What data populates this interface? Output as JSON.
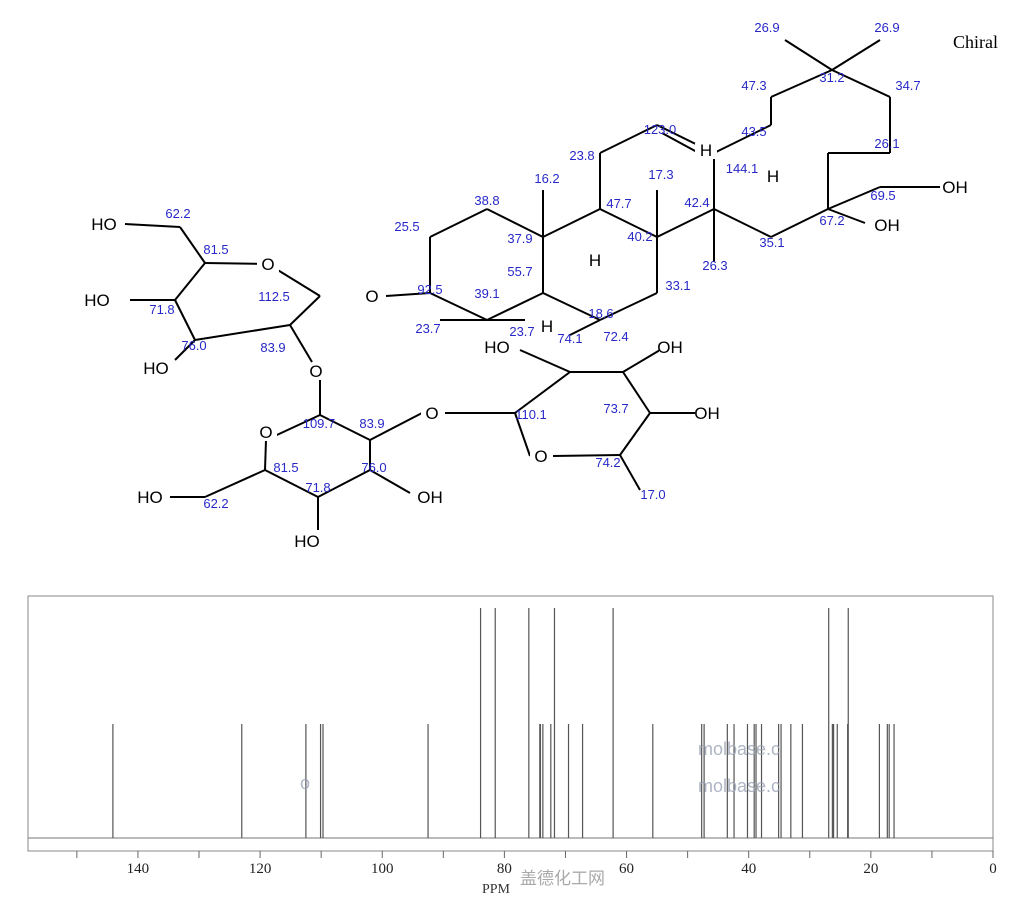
{
  "structure": {
    "chiral_label": "Chiral",
    "shift_labels": [
      "26.9",
      "26.9",
      "31.2",
      "47.3",
      "34.7",
      "123.0",
      "43.5",
      "23.8",
      "144.1",
      "26.1",
      "16.2",
      "17.3",
      "38.8",
      "42.4",
      "47.7",
      "69.5",
      "67.2",
      "62.2",
      "25.5",
      "37.9",
      "40.2",
      "35.1",
      "81.5",
      "26.3",
      "112.5",
      "55.7",
      "92.5",
      "39.1",
      "33.1",
      "71.8",
      "18.6",
      "23.7",
      "23.7",
      "74.1",
      "72.4",
      "83.9",
      "76.0",
      "110.1",
      "73.7",
      "109.7",
      "83.9",
      "74.2",
      "81.5",
      "76.0",
      "62.2",
      "71.8",
      "17.0"
    ],
    "atom_labels": [
      "OH",
      "OH",
      "HO",
      "HO",
      "HO",
      "O",
      "O",
      "O",
      "O",
      "O",
      "HO",
      "OH",
      "OH",
      "O",
      "HO",
      "OH",
      "HO",
      "H",
      "H",
      "H",
      "H"
    ]
  },
  "chart_data": {
    "type": "bar",
    "title": "",
    "xlabel": "PPM",
    "ylabel": "",
    "xlim": [
      158,
      0
    ],
    "x_ticks": [
      140,
      120,
      100,
      80,
      60,
      40,
      20,
      0
    ],
    "x_minor_step": 10,
    "grid": false,
    "peaks": [
      {
        "ppm": 144.1,
        "intensity": 1
      },
      {
        "ppm": 123.0,
        "intensity": 1
      },
      {
        "ppm": 112.5,
        "intensity": 1
      },
      {
        "ppm": 110.1,
        "intensity": 1
      },
      {
        "ppm": 109.7,
        "intensity": 1
      },
      {
        "ppm": 92.5,
        "intensity": 1
      },
      {
        "ppm": 83.9,
        "intensity": 2
      },
      {
        "ppm": 81.5,
        "intensity": 2
      },
      {
        "ppm": 76.0,
        "intensity": 2
      },
      {
        "ppm": 74.2,
        "intensity": 1
      },
      {
        "ppm": 74.1,
        "intensity": 1
      },
      {
        "ppm": 73.7,
        "intensity": 1
      },
      {
        "ppm": 72.4,
        "intensity": 1
      },
      {
        "ppm": 71.8,
        "intensity": 2
      },
      {
        "ppm": 69.5,
        "intensity": 1
      },
      {
        "ppm": 67.2,
        "intensity": 1
      },
      {
        "ppm": 62.2,
        "intensity": 2
      },
      {
        "ppm": 55.7,
        "intensity": 1
      },
      {
        "ppm": 47.7,
        "intensity": 1
      },
      {
        "ppm": 47.3,
        "intensity": 1
      },
      {
        "ppm": 43.5,
        "intensity": 1
      },
      {
        "ppm": 42.4,
        "intensity": 1
      },
      {
        "ppm": 40.2,
        "intensity": 1
      },
      {
        "ppm": 39.1,
        "intensity": 1
      },
      {
        "ppm": 38.8,
        "intensity": 1
      },
      {
        "ppm": 37.9,
        "intensity": 1
      },
      {
        "ppm": 35.1,
        "intensity": 1
      },
      {
        "ppm": 34.7,
        "intensity": 1
      },
      {
        "ppm": 33.1,
        "intensity": 1
      },
      {
        "ppm": 31.2,
        "intensity": 1
      },
      {
        "ppm": 26.9,
        "intensity": 2
      },
      {
        "ppm": 26.3,
        "intensity": 1
      },
      {
        "ppm": 26.1,
        "intensity": 1
      },
      {
        "ppm": 25.5,
        "intensity": 1
      },
      {
        "ppm": 23.8,
        "intensity": 1
      },
      {
        "ppm": 23.7,
        "intensity": 2
      },
      {
        "ppm": 18.6,
        "intensity": 1
      },
      {
        "ppm": 17.3,
        "intensity": 1
      },
      {
        "ppm": 17.0,
        "intensity": 1
      },
      {
        "ppm": 16.2,
        "intensity": 1
      }
    ]
  },
  "watermarks": {
    "site": "molbase.c",
    "site_partial": "o",
    "cn": "盖德化工网"
  },
  "colors": {
    "label": "#2828c8",
    "peak": "#555555",
    "frame": "#888888"
  }
}
